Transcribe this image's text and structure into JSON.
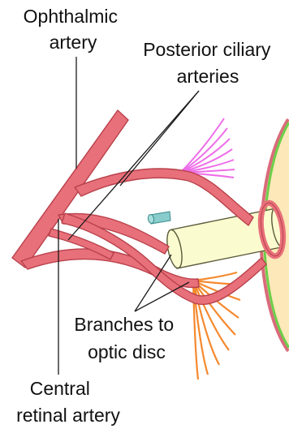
{
  "labels": {
    "ophthalmic_artery": [
      "Ophthalmic",
      "artery"
    ],
    "posterior_ciliary_arteries": [
      "Posterior ciliary",
      "arteries"
    ],
    "branches_to_optic_disc": [
      "Branches to",
      "optic disc"
    ],
    "central_retinal_artery": [
      "Central",
      "retinal artery"
    ]
  },
  "colors": {
    "artery_fill": "#e8707a",
    "artery_outline": "#b8404a",
    "ciliary_upper": "#ee6ee8",
    "ciliary_lower": "#f5892e",
    "optic_nerve_fill": "#fbfbd0",
    "optic_nerve_outline": "#5a5a3a",
    "central_vessel": "#88cccc",
    "globe_fill": "#fce8b8",
    "globe_outline_green": "#6ccf4a",
    "globe_outline_pink": "#d96b7a"
  }
}
